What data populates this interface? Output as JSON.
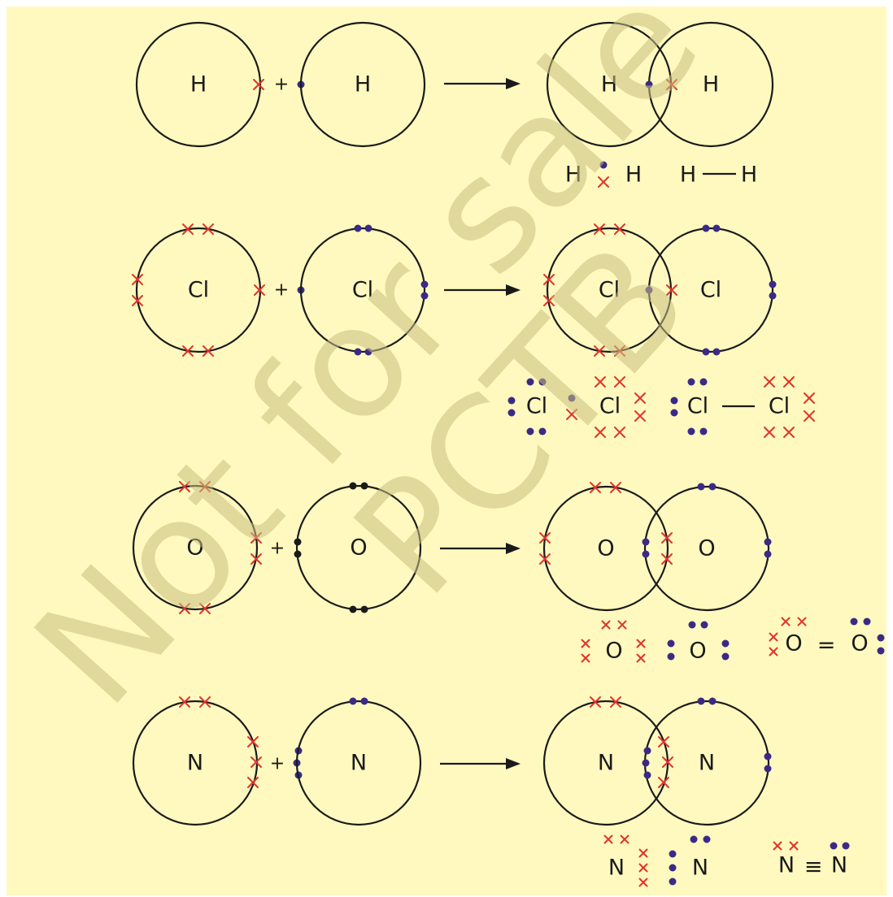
{
  "colors": {
    "background": "#fff9bf",
    "shared_electron_cross": "#e0352b",
    "electron_dot": "#3b2a85"
  },
  "watermark": {
    "line1": "Not for sale",
    "line2": "PCTB"
  },
  "reactions": [
    {
      "element": "H",
      "plus": "+",
      "product_lewis": {
        "left": "H",
        "right": "H"
      },
      "product_structural": {
        "left": "H",
        "right": "H"
      }
    },
    {
      "element": "Cl",
      "plus": "+",
      "product_lewis": {
        "left": "Cl",
        "right": "Cl"
      },
      "product_structural": {
        "left": "Cl",
        "right": "Cl"
      }
    },
    {
      "element": "O",
      "plus": "+",
      "product_lewis": {
        "left": "O",
        "right": "O"
      },
      "product_structural": {
        "left": "O",
        "bond": "=",
        "right": "O"
      }
    },
    {
      "element": "N",
      "plus": "+",
      "product_lewis": {
        "left": "N",
        "right": "N"
      },
      "product_structural": {
        "left": "N",
        "bond": "≡",
        "right": "N"
      }
    }
  ]
}
